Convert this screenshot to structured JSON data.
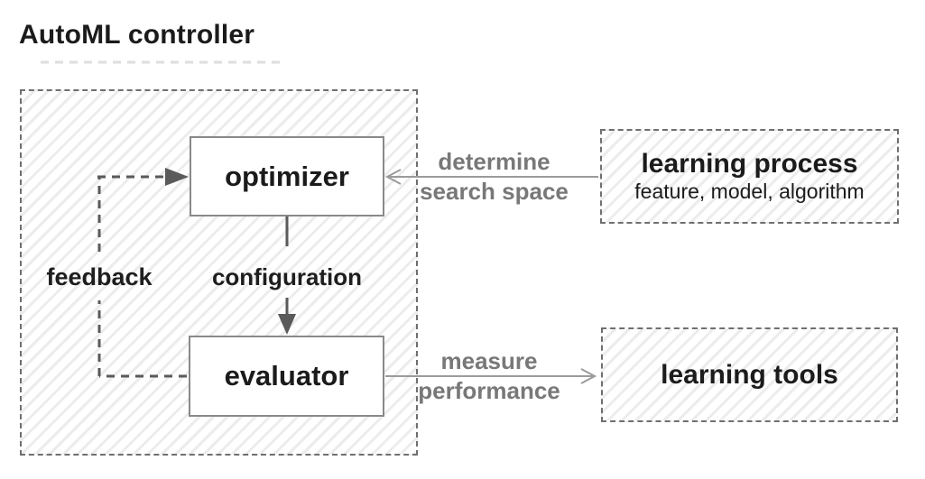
{
  "title": "AutoML controller",
  "controller": {
    "optimizer_label": "optimizer",
    "evaluator_label": "evaluator",
    "feedback_label": "feedback",
    "configuration_label": "configuration"
  },
  "external": {
    "learning_process": {
      "title": "learning process",
      "subtitle": "feature, model, algorithm"
    },
    "learning_tools": {
      "title": "learning tools"
    }
  },
  "edges": {
    "determine_search_space": {
      "line1": "determine",
      "line2": "search space"
    },
    "measure_performance": {
      "line1": "measure",
      "line2": "performance"
    }
  },
  "colors": {
    "ink": "#1b1b1b",
    "gray_label": "#787878",
    "thin_arrow": "#9b9b9b",
    "dark_arrow": "#5a5a5a",
    "dash_border": "#6f6f6f",
    "hatch_stripe": "#ececec",
    "title_underline": "#dedede"
  }
}
